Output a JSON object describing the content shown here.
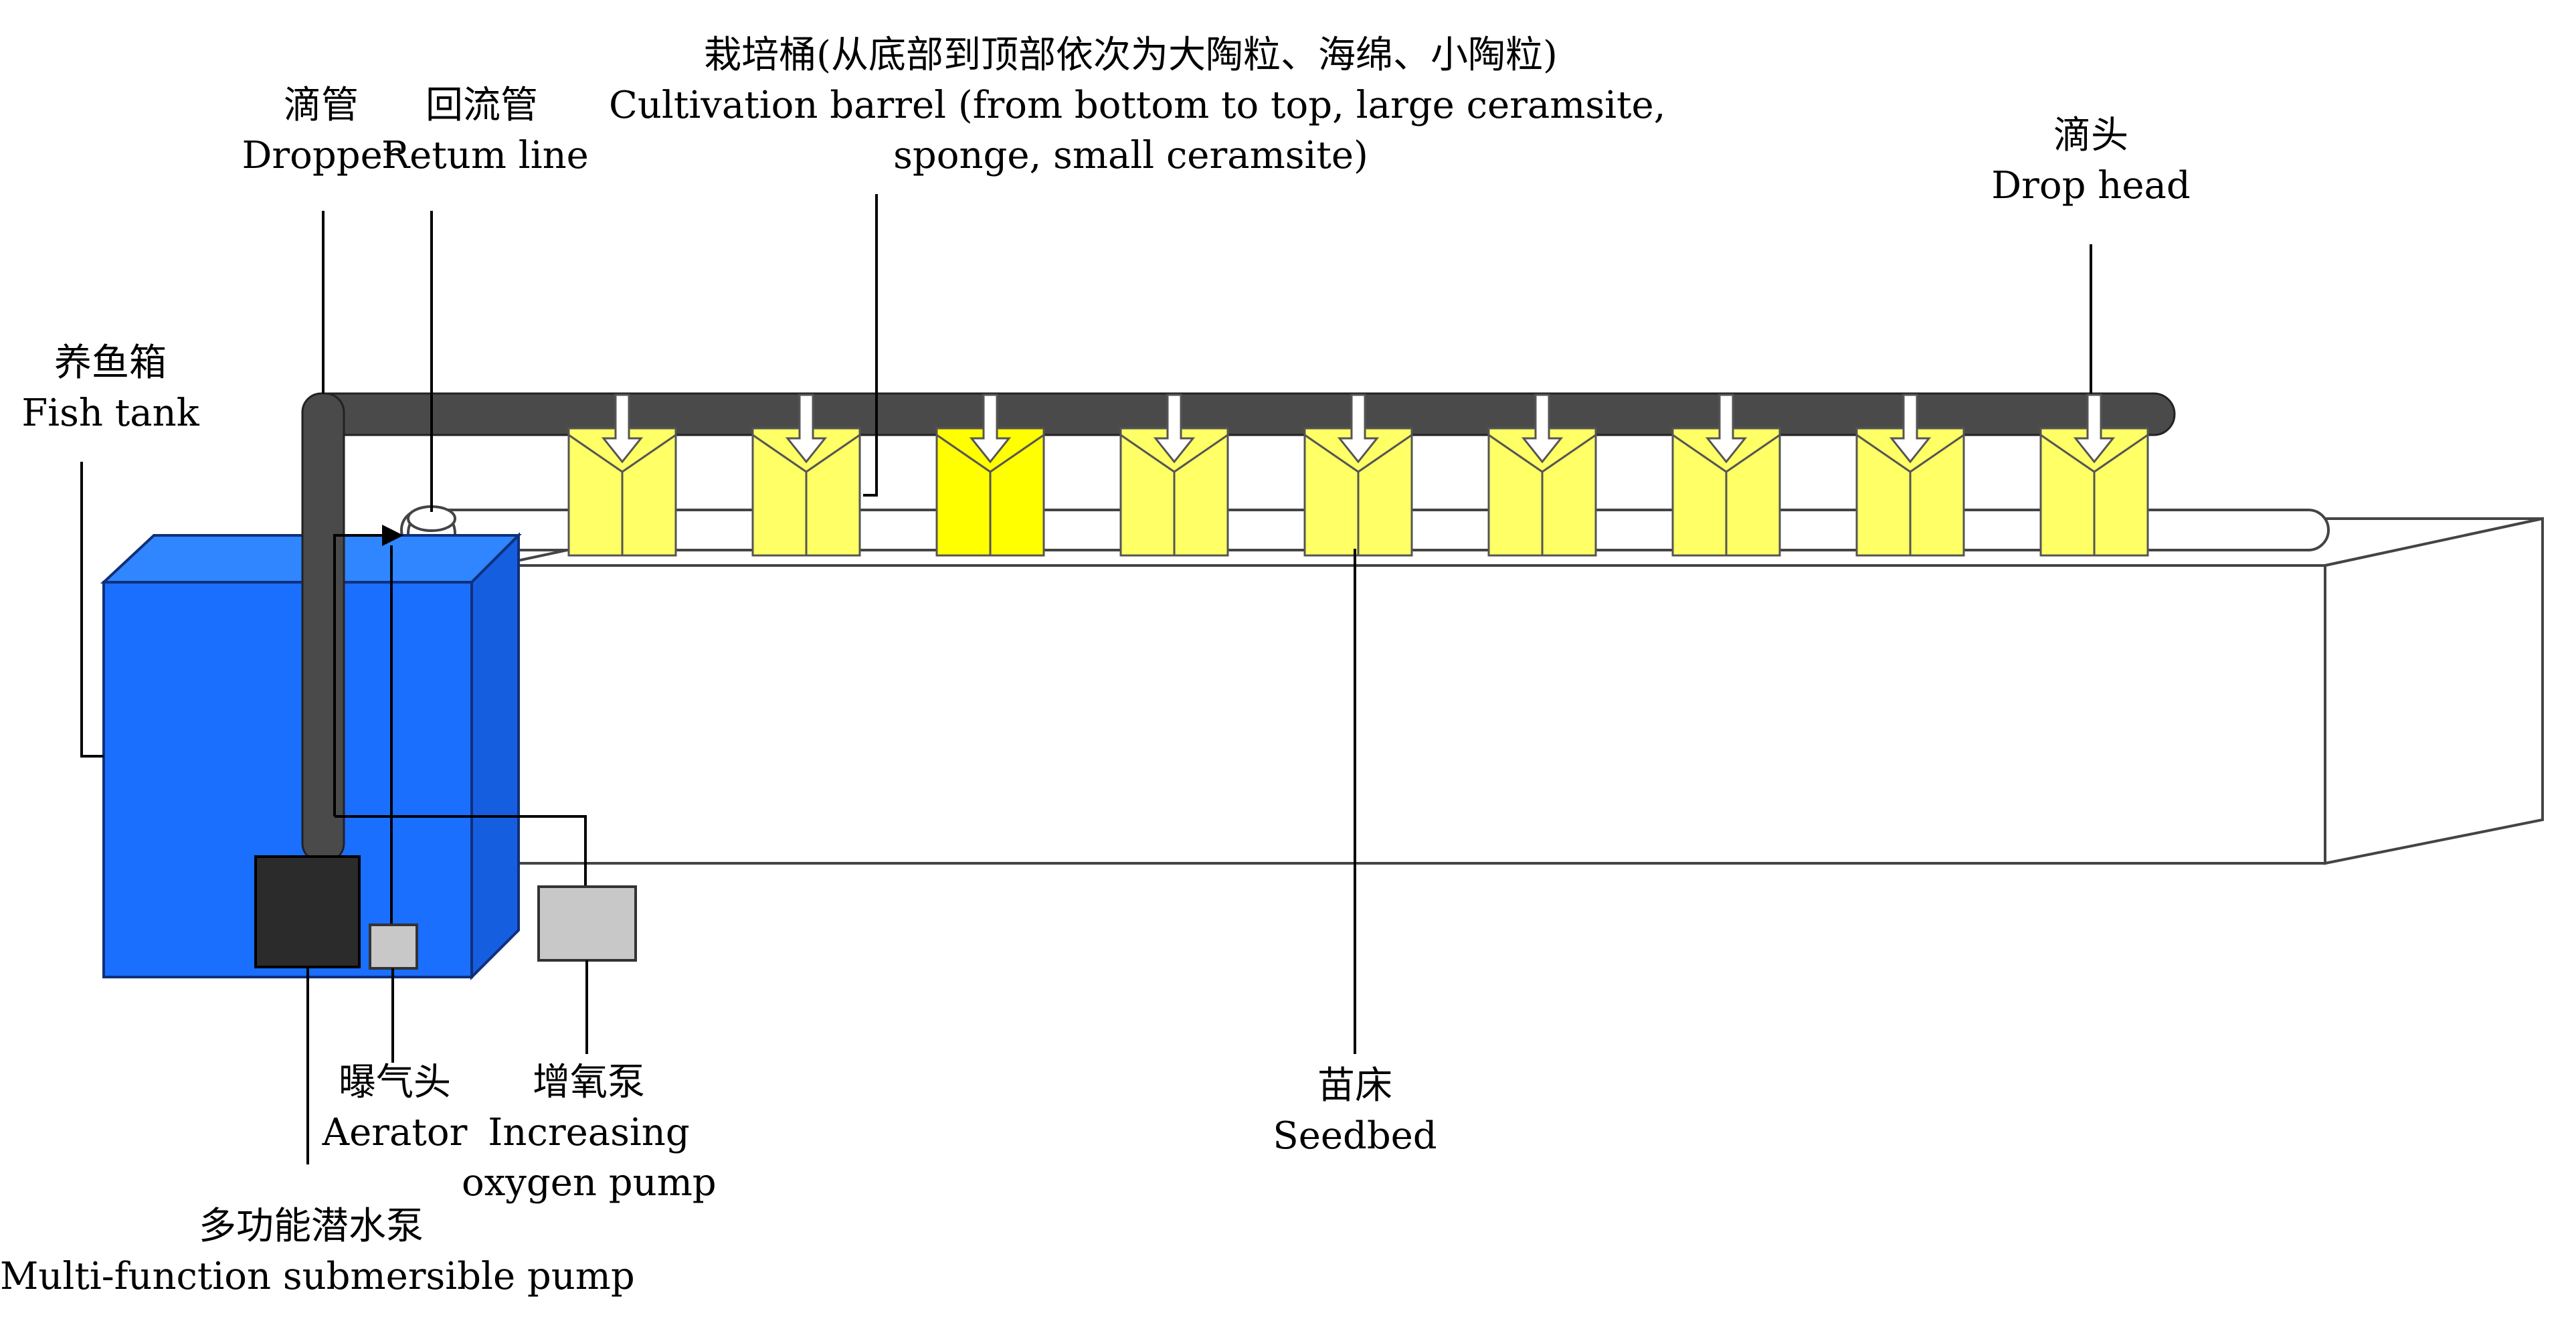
{
  "labels": {
    "fish_tank": {
      "zh": "养鱼箱",
      "en": "Fish tank"
    },
    "dropper": {
      "zh": "滴管",
      "en": "Dropper"
    },
    "return_line": {
      "zh": "回流管",
      "en": "Retum line"
    },
    "cultivation_barrel": {
      "zh": "栽培桶(从底部到顶部依次为大陶粒、海绵、小陶粒)",
      "en1": "Cultivation barrel (from bottom to top, large ceramsite,",
      "en2": "sponge, small ceramsite)"
    },
    "drop_head": {
      "zh": "滴头",
      "en": "Drop head"
    },
    "aerator": {
      "zh": "曝气头",
      "en": "Aerator"
    },
    "oxygen_pump": {
      "zh": "增氧泵",
      "en1": "Increasing",
      "en2": "oxygen pump"
    },
    "pump": {
      "zh": "多功能潜水泵",
      "en": "Multi-function submersible pump"
    },
    "seedbed": {
      "zh": "苗床",
      "en": "Seedbed"
    }
  },
  "colors": {
    "tank_blue": "#1a6fff",
    "pipe_gray": "#4a4a4a",
    "barrel_yellow": "#ffff66",
    "barrel_highlight": "#ffff00",
    "pump_black": "#2b2b2b",
    "device_gray": "#c8c8c8"
  },
  "barrel_count": 9
}
